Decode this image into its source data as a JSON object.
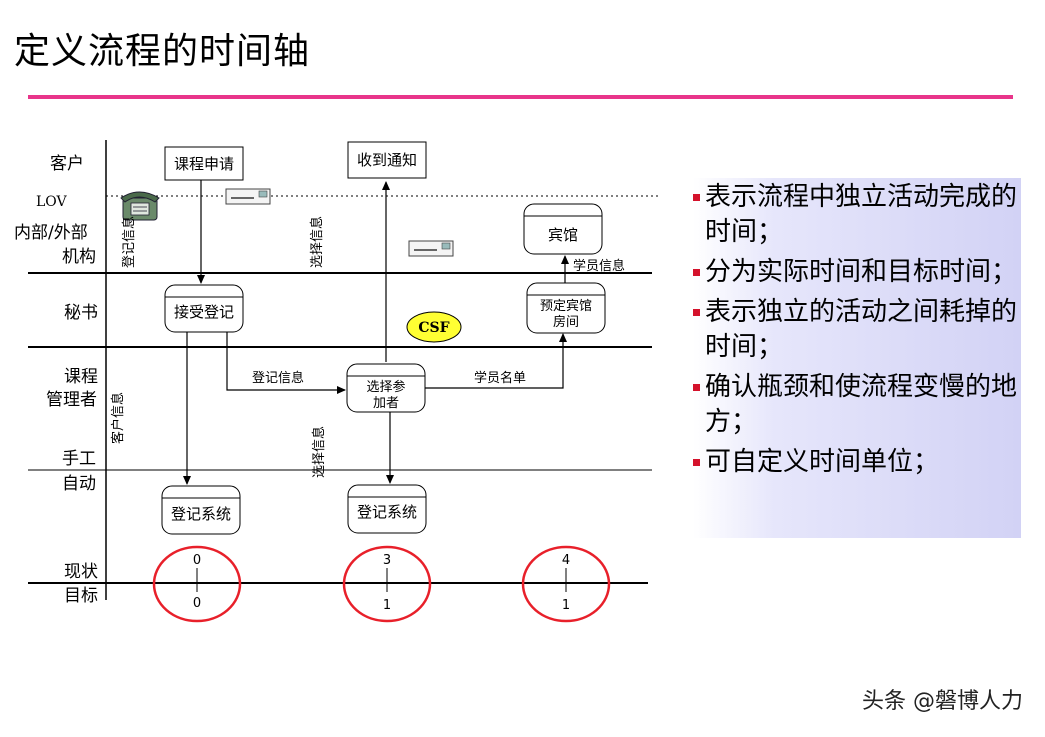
{
  "title": "定义流程的时间轴",
  "lanes": {
    "customer": "客户",
    "lov": "LOV",
    "internal_external": "内部/外部",
    "org": "机构",
    "secretary": "秘书",
    "course_admin_1": "课程",
    "course_admin_2": "管理者",
    "manual": "手工",
    "auto": "自动",
    "current": "现状",
    "target": "目标"
  },
  "boxes": {
    "course_apply": "课程申请",
    "receive_notice": "收到通知",
    "hotel": "宾馆",
    "accept_register": "接受登记",
    "book_hotel_1": "预定宾馆",
    "book_hotel_2": "房间",
    "select_1": "选择参",
    "select_2": "加者",
    "reg_system_1": "登记系统",
    "reg_system_2": "登记系统"
  },
  "labels": {
    "reg_info_vertical": "登记信息",
    "select_info_vertical_top": "选择信息",
    "select_info_vertical_bottom": "选择信息",
    "customer_info_vertical": "客户信息",
    "reg_info": "登记信息",
    "student_list": "学员名单",
    "student_info": "学员信息",
    "csf": "CSF"
  },
  "timeline": [
    {
      "current": "0",
      "target": "0"
    },
    {
      "current": "3",
      "target": "1"
    },
    {
      "current": "4",
      "target": "1"
    }
  ],
  "bullets": [
    "表示流程中独立活动完成的时间；",
    "分为实际时间和目标时间；",
    "表示独立的活动之间耗掉的时间；",
    "确认瓶颈和使流程变慢的地方；",
    "可自定义时间单位；"
  ],
  "watermark": "头条 @磐博人力",
  "colors": {
    "accent_rule": "#e8358a",
    "bullet_mark": "#d4122b",
    "csf_fill": "#ffff33",
    "circle": "#e8202a"
  }
}
